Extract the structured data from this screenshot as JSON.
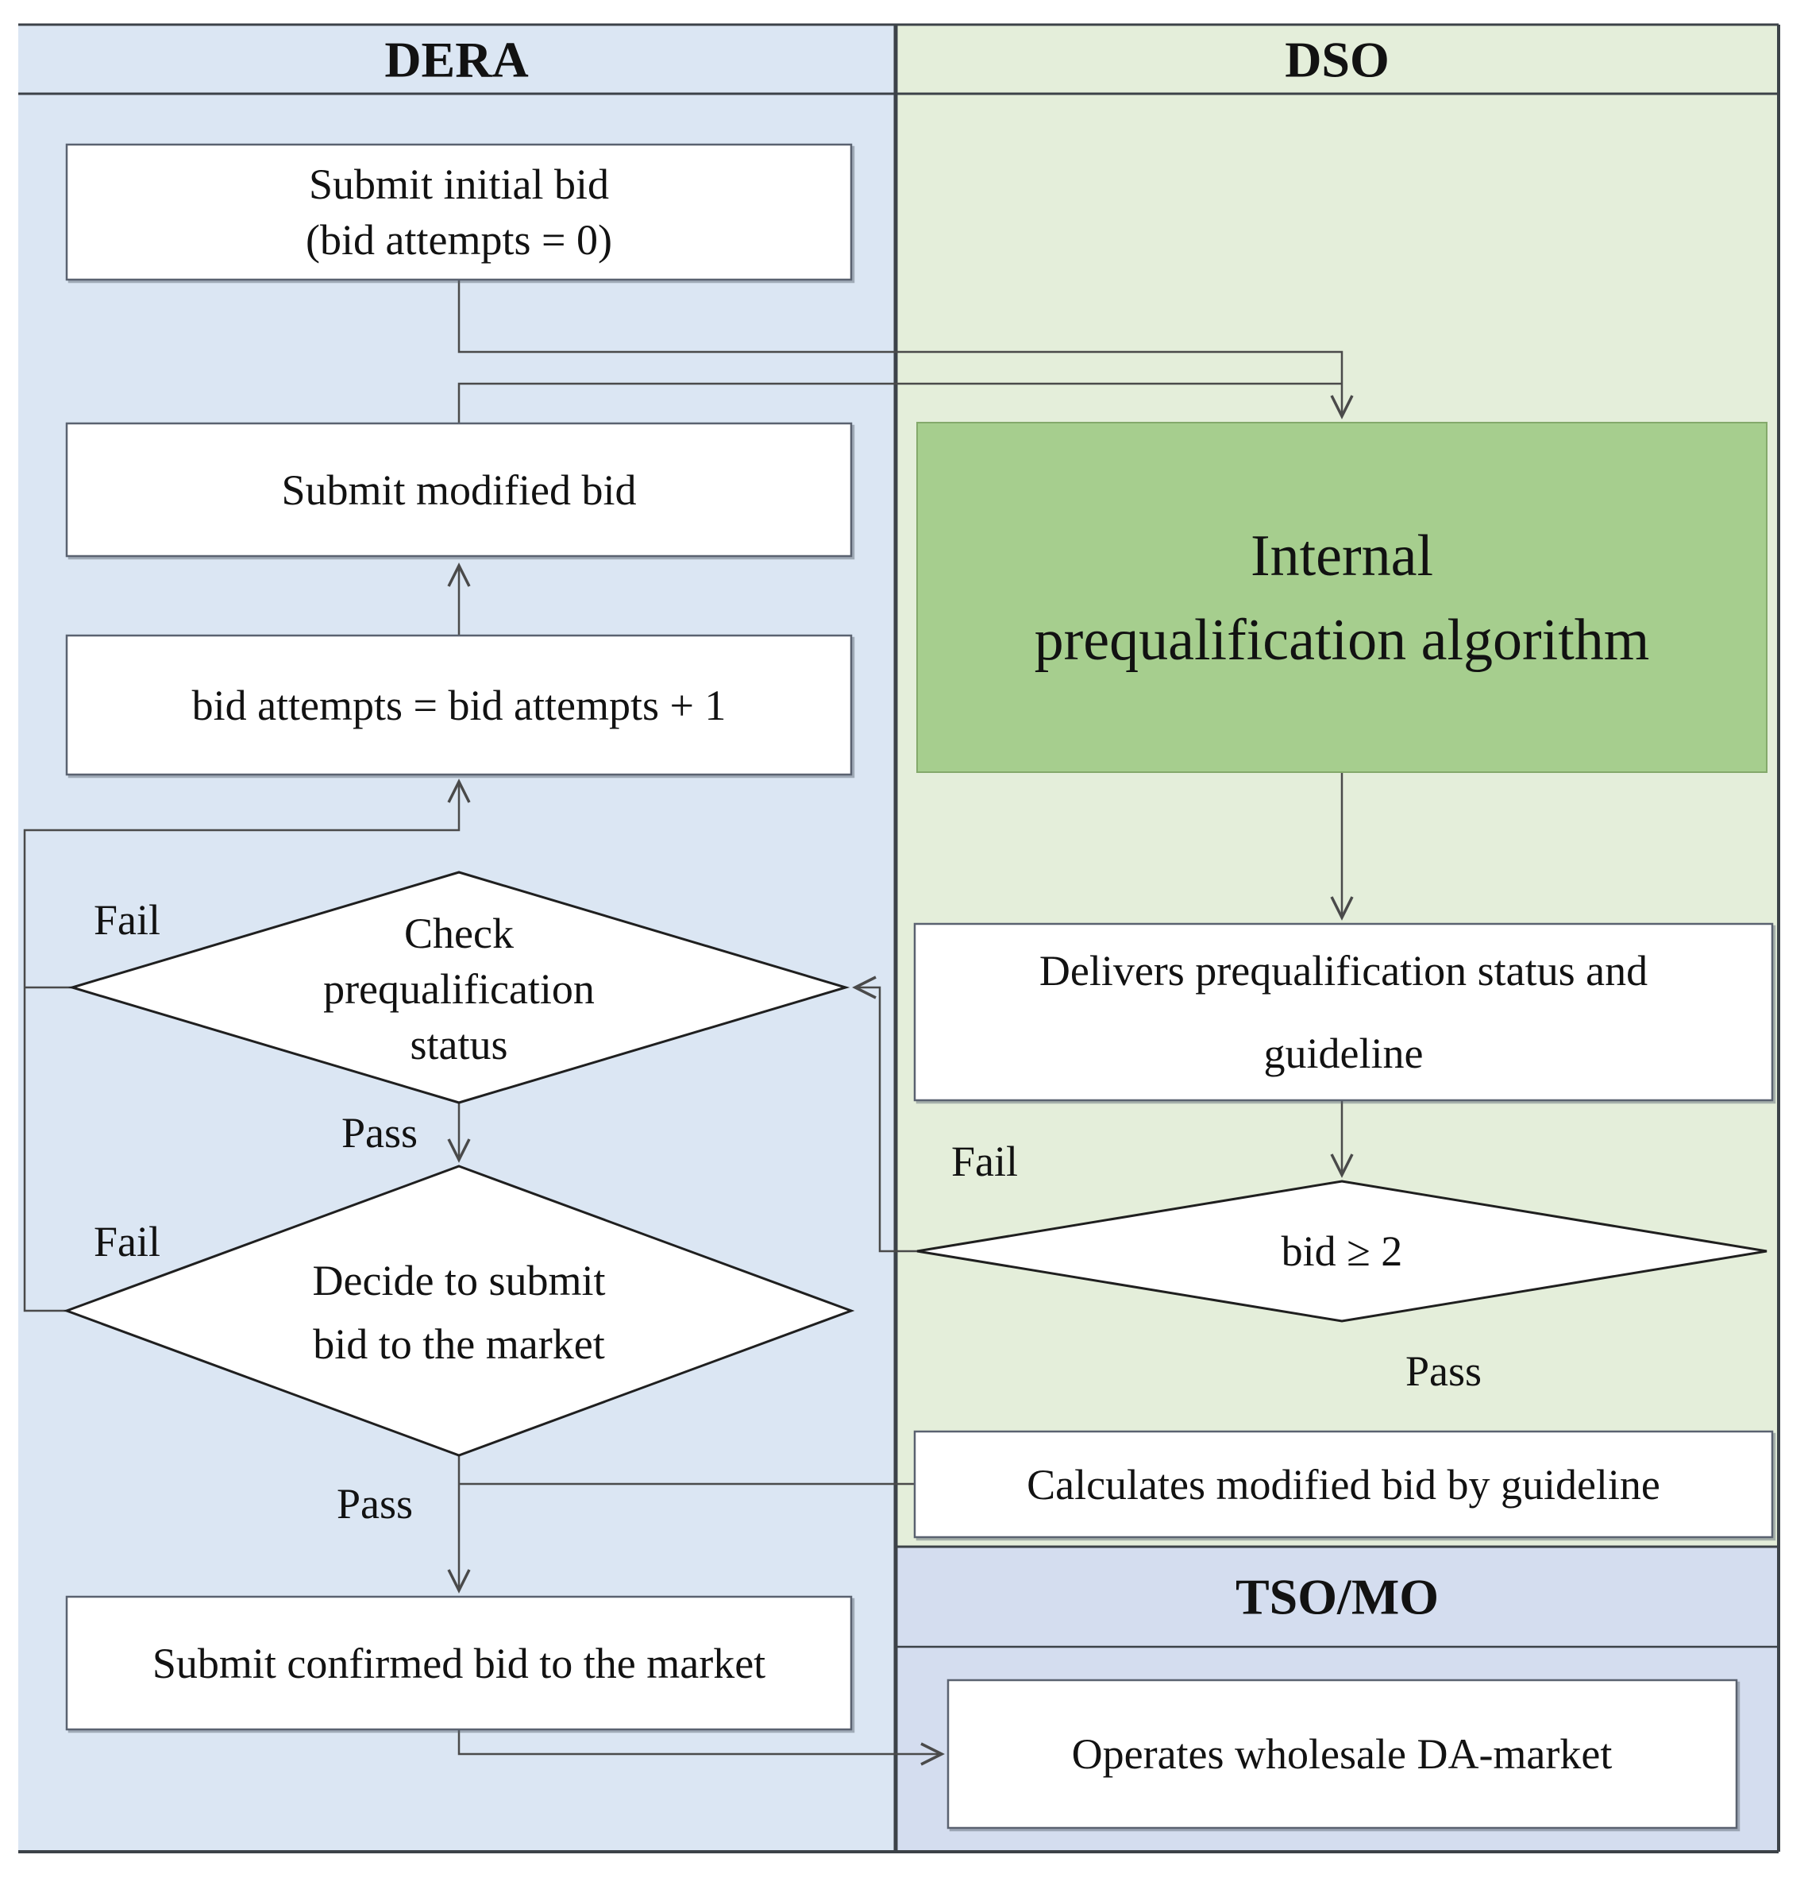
{
  "figure": {
    "type": "flowchart",
    "lanes": {
      "dera": "DERA",
      "dso": "DSO",
      "tso": "TSO/MO"
    },
    "nodes": {
      "submit_initial": {
        "shape": "process",
        "lane": "DERA",
        "lines": [
          "Submit initial bid",
          "(bid attempts = 0)"
        ]
      },
      "submit_modified": {
        "shape": "process",
        "lane": "DERA",
        "lines": [
          "Submit modified bid"
        ]
      },
      "bid_attempts": {
        "shape": "process",
        "lane": "DERA",
        "lines": [
          "bid attempts = bid attempts + 1"
        ]
      },
      "check_prequalification": {
        "shape": "decision",
        "lane": "DERA",
        "lines": [
          "Check",
          "prequalification",
          "status"
        ]
      },
      "decide_submit": {
        "shape": "decision",
        "lane": "DERA",
        "lines": [
          "Decide to submit",
          "bid to the market"
        ]
      },
      "submit_confirmed": {
        "shape": "process",
        "lane": "DERA",
        "lines": [
          "Submit confirmed bid to the market"
        ]
      },
      "internal_algorithm": {
        "shape": "process",
        "lane": "DSO",
        "lines": [
          "Internal",
          "prequalification algorithm"
        ]
      },
      "delivers_status": {
        "shape": "process",
        "lane": "DSO",
        "lines": [
          "Delivers prequalification status and",
          "guideline"
        ]
      },
      "bid_ge_2": {
        "shape": "decision",
        "lane": "DSO",
        "lines": [
          "bid ≥ 2"
        ]
      },
      "calculates_modified": {
        "shape": "process",
        "lane": "DSO",
        "lines": [
          "Calculates modified bid by guideline"
        ]
      },
      "operates_market": {
        "shape": "process",
        "lane": "TSO/MO",
        "lines": [
          "Operates wholesale DA-market"
        ]
      }
    },
    "edge_labels": {
      "check_fail": "Fail",
      "check_pass": "Pass",
      "decide_fail": "Fail",
      "decide_pass": "Pass",
      "bid2_fail": "Fail",
      "bid2_pass": "Pass"
    },
    "colors": {
      "dera_bg": "#dbe6f3",
      "dso_bg": "#e4eeda",
      "tso_bg": "#d4ddef",
      "algorithm_fill": "#a6ce8e",
      "node_fill": "#ffffff",
      "frame": "#3c4248",
      "connector": "#4a4a4a",
      "text": "#121212"
    }
  }
}
